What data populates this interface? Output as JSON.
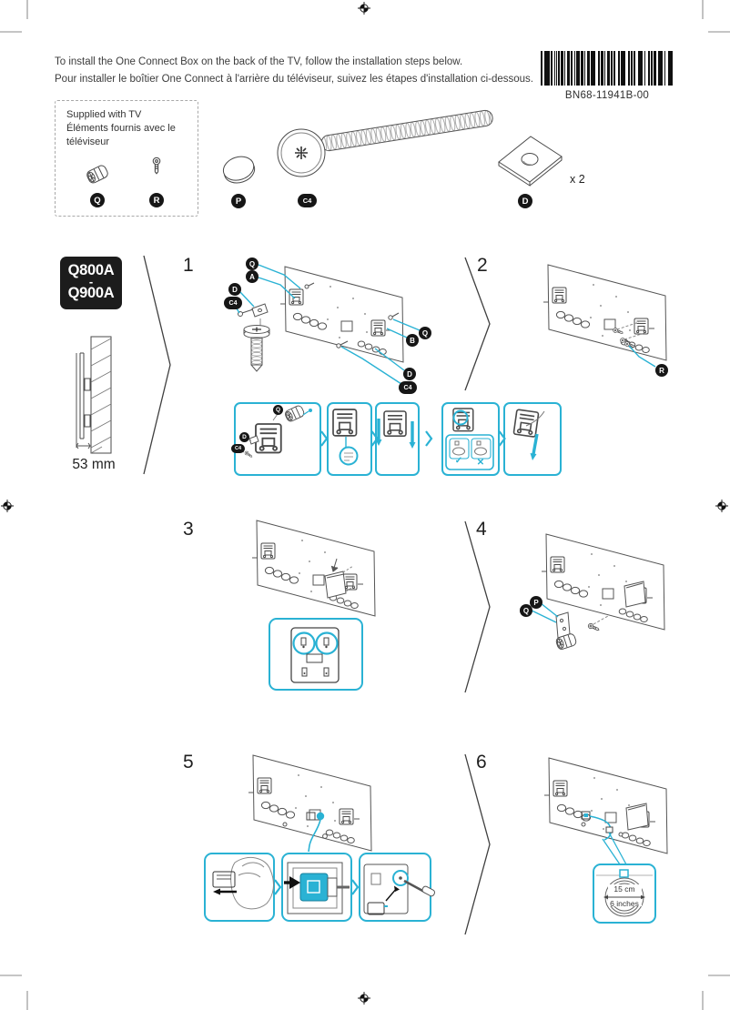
{
  "colors": {
    "accent": "#2ab2d4",
    "badge": "#161616",
    "ink": "#3a3a3a"
  },
  "header": {
    "line_en": "To install the One Connect Box on the back of the TV, follow the installation steps below.",
    "line_fr": "Pour installer le boîtier One Connect à l'arrière du téléviseur, suivez les étapes d'installation ci-dessous."
  },
  "barcode": {
    "label": "BN68-11941B-00"
  },
  "supplied": {
    "title_en": "Supplied with TV",
    "title_fr1": "Éléments fournis avec le",
    "title_fr2": "téléviseur",
    "part_q": "Q",
    "part_r": "R"
  },
  "parts": {
    "p": "P",
    "c4": "C4",
    "d": "D",
    "d_qty": "x 2"
  },
  "model": {
    "top": "Q800A",
    "dash": "-",
    "bottom": "Q900A",
    "wall_depth": "53 mm"
  },
  "steps": {
    "n1": "1",
    "n2": "2",
    "n3": "3",
    "n4": "4",
    "n5": "5",
    "n6": "6"
  },
  "step1": {
    "q1": "Q",
    "a": "A",
    "d1": "D",
    "c4_1": "C4",
    "q2": "Q",
    "b": "B",
    "d2": "D",
    "c4_2": "C4"
  },
  "inset1": {
    "q": "Q",
    "d": "D",
    "c4": "C4",
    "check": "✓",
    "cross": "✕"
  },
  "step2": {
    "r": "R"
  },
  "step4": {
    "p": "P",
    "q": "Q"
  },
  "step6": {
    "cm": "15 cm",
    "inches": "6 inches"
  }
}
